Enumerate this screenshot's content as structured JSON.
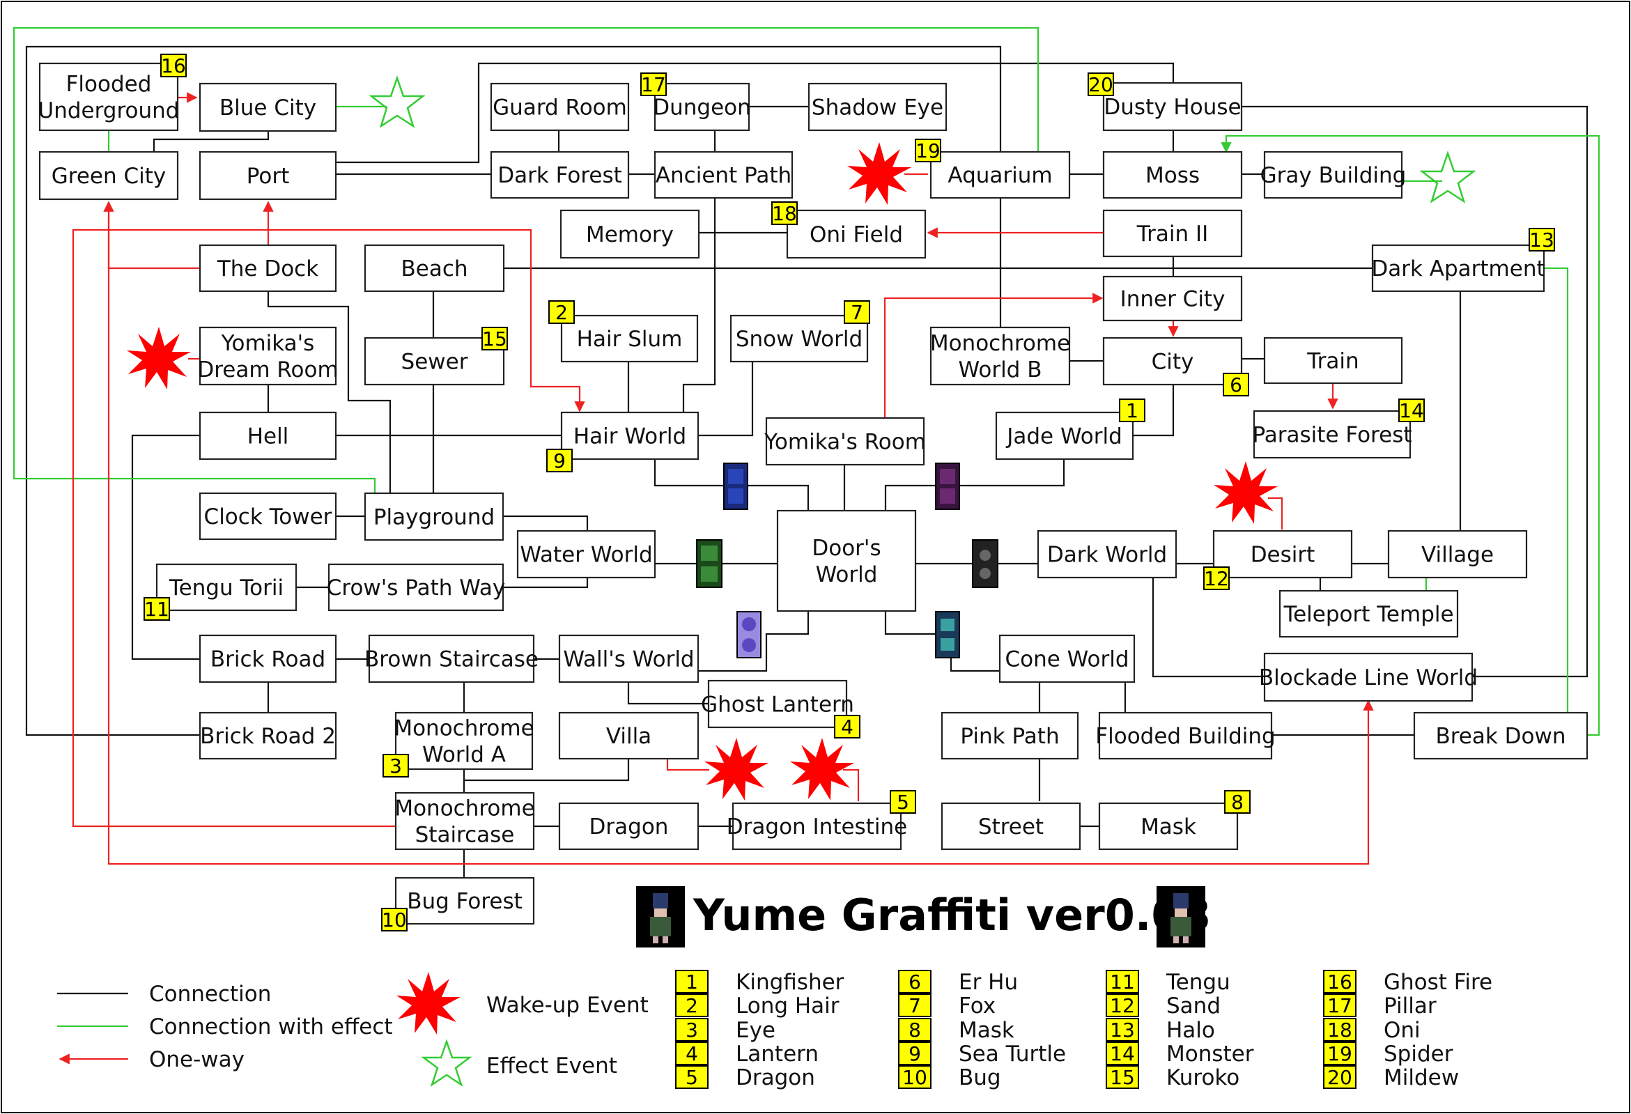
{
  "title": "Yume Graffiti ver0.03",
  "colors": {
    "connection": "#000000",
    "effect_connection": "#33cc33",
    "one_way": "#ee2222",
    "wake_up": "#ff0000",
    "badge": "#ffff00"
  },
  "rooms": [
    {
      "id": "flooded_underground",
      "label": "Flooded\nUnderground"
    },
    {
      "id": "blue_city",
      "label": "Blue City"
    },
    {
      "id": "green_city",
      "label": "Green City"
    },
    {
      "id": "port",
      "label": "Port"
    },
    {
      "id": "guard_room",
      "label": "Guard Room"
    },
    {
      "id": "dungeon",
      "label": "Dungeon"
    },
    {
      "id": "shadow_eye",
      "label": "Shadow Eye"
    },
    {
      "id": "dark_forest",
      "label": "Dark Forest"
    },
    {
      "id": "ancient_path",
      "label": "Ancient Path"
    },
    {
      "id": "aquarium",
      "label": "Aquarium"
    },
    {
      "id": "dusty_house",
      "label": "Dusty House"
    },
    {
      "id": "moss",
      "label": "Moss"
    },
    {
      "id": "gray_building",
      "label": "Gray Building"
    },
    {
      "id": "memory",
      "label": "Memory"
    },
    {
      "id": "oni_field",
      "label": "Oni Field"
    },
    {
      "id": "train_ii",
      "label": "Train II"
    },
    {
      "id": "the_dock",
      "label": "The Dock"
    },
    {
      "id": "beach",
      "label": "Beach"
    },
    {
      "id": "dark_apartment",
      "label": "Dark Apartment"
    },
    {
      "id": "inner_city",
      "label": "Inner City"
    },
    {
      "id": "yomika_dream_room",
      "label": "Yomika's\nDream Room"
    },
    {
      "id": "sewer",
      "label": "Sewer"
    },
    {
      "id": "hair_slum",
      "label": "Hair Slum"
    },
    {
      "id": "snow_world",
      "label": "Snow World"
    },
    {
      "id": "monochrome_world_b",
      "label": "Monochrome\nWorld B"
    },
    {
      "id": "city",
      "label": "City"
    },
    {
      "id": "train",
      "label": "Train"
    },
    {
      "id": "hell",
      "label": "Hell"
    },
    {
      "id": "hair_world",
      "label": "Hair World"
    },
    {
      "id": "yomika_room",
      "label": "Yomika's Room"
    },
    {
      "id": "jade_world",
      "label": "Jade World"
    },
    {
      "id": "parasite_forest",
      "label": "Parasite Forest"
    },
    {
      "id": "clock_tower",
      "label": "Clock Tower"
    },
    {
      "id": "playground",
      "label": "Playground"
    },
    {
      "id": "water_world",
      "label": "Water World"
    },
    {
      "id": "doors_world",
      "label": "Door's\nWorld"
    },
    {
      "id": "dark_world",
      "label": "Dark World"
    },
    {
      "id": "desirt",
      "label": "Desirt"
    },
    {
      "id": "village",
      "label": "Village"
    },
    {
      "id": "tengu_torii",
      "label": "Tengu Torii"
    },
    {
      "id": "crows_path_way",
      "label": "Crow's Path Way"
    },
    {
      "id": "teleport_temple",
      "label": "Teleport Temple"
    },
    {
      "id": "brick_road",
      "label": "Brick Road"
    },
    {
      "id": "brown_staircase",
      "label": "Brown Staircase"
    },
    {
      "id": "walls_world",
      "label": "Wall's World"
    },
    {
      "id": "cone_world",
      "label": "Cone World"
    },
    {
      "id": "blockade_line_world",
      "label": "Blockade Line World"
    },
    {
      "id": "ghost_lantern",
      "label": "Ghost Lantern"
    },
    {
      "id": "brick_road_2",
      "label": "Brick Road 2"
    },
    {
      "id": "monochrome_world_a",
      "label": "Monochrome\nWorld A"
    },
    {
      "id": "villa",
      "label": "Villa"
    },
    {
      "id": "pink_path",
      "label": "Pink Path"
    },
    {
      "id": "flooded_building",
      "label": "Flooded Building"
    },
    {
      "id": "break_down",
      "label": "Break Down"
    },
    {
      "id": "monochrome_staircase",
      "label": "Monochrome\nStaircase"
    },
    {
      "id": "dragon",
      "label": "Dragon"
    },
    {
      "id": "dragon_intestine",
      "label": "Dragon Intestine"
    },
    {
      "id": "street",
      "label": "Street"
    },
    {
      "id": "mask",
      "label": "Mask"
    },
    {
      "id": "bug_forest",
      "label": "Bug Forest"
    }
  ],
  "badges": [
    {
      "room": "flooded_underground",
      "number": "16"
    },
    {
      "room": "dungeon",
      "number": "17"
    },
    {
      "room": "aquarium",
      "number": "19"
    },
    {
      "room": "dusty_house",
      "number": "20"
    },
    {
      "room": "oni_field",
      "number": "18"
    },
    {
      "room": "dark_apartment",
      "number": "13"
    },
    {
      "room": "hair_slum",
      "number": "2"
    },
    {
      "room": "snow_world",
      "number": "7"
    },
    {
      "room": "sewer",
      "number": "15"
    },
    {
      "room": "city",
      "number": "6"
    },
    {
      "room": "jade_world",
      "number": "1"
    },
    {
      "room": "parasite_forest",
      "number": "14"
    },
    {
      "room": "hair_world",
      "number": "9"
    },
    {
      "room": "desirt",
      "number": "12"
    },
    {
      "room": "tengu_torii",
      "number": "11"
    },
    {
      "room": "ghost_lantern",
      "number": "4"
    },
    {
      "room": "monochrome_world_a",
      "number": "3"
    },
    {
      "room": "dragon_intestine",
      "number": "5"
    },
    {
      "room": "mask",
      "number": "8"
    },
    {
      "room": "bug_forest",
      "number": "10"
    }
  ],
  "legend": {
    "connection": "Connection",
    "connection_with_effect": "Connection with effect",
    "one_way": "One-way",
    "wake_up_event": "Wake-up Event",
    "effect_event": "Effect Event"
  },
  "effects": [
    {
      "number": "1",
      "name": "Kingfisher"
    },
    {
      "number": "2",
      "name": "Long Hair"
    },
    {
      "number": "3",
      "name": "Eye"
    },
    {
      "number": "4",
      "name": "Lantern"
    },
    {
      "number": "5",
      "name": "Dragon"
    },
    {
      "number": "6",
      "name": "Er Hu"
    },
    {
      "number": "7",
      "name": "Fox"
    },
    {
      "number": "8",
      "name": "Mask"
    },
    {
      "number": "9",
      "name": "Sea Turtle"
    },
    {
      "number": "10",
      "name": "Bug"
    },
    {
      "number": "11",
      "name": "Tengu"
    },
    {
      "number": "12",
      "name": "Sand"
    },
    {
      "number": "13",
      "name": "Halo"
    },
    {
      "number": "14",
      "name": "Monster"
    },
    {
      "number": "15",
      "name": "Kuroko"
    },
    {
      "number": "16",
      "name": "Ghost Fire"
    },
    {
      "number": "17",
      "name": "Pillar"
    },
    {
      "number": "18",
      "name": "Oni"
    },
    {
      "number": "19",
      "name": "Spider"
    },
    {
      "number": "20",
      "name": "Mildew"
    }
  ],
  "icons": {
    "wake_up": "red-burst-icon",
    "effect_event": "green-star-icon",
    "door": "door-icon",
    "character": "pixel-character-icon"
  }
}
